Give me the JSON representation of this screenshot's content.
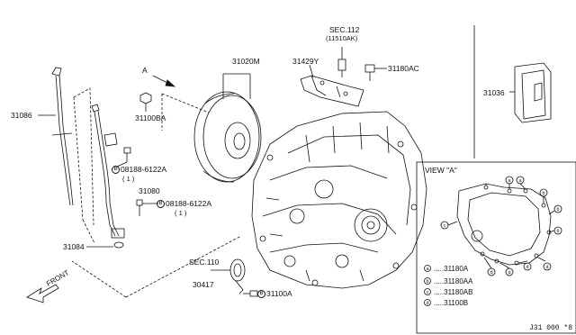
{
  "parts": {
    "p31020m": "31020M",
    "p31429y": "31429Y",
    "sec112_line1": "SEC.112",
    "sec112_line2": "(11510AK)",
    "p31180ac": "31180AC",
    "p31100ba": "31100BA",
    "p31086": "31086",
    "bolt1_code": "08188-6122A",
    "bolt1_qty": "( 1 )",
    "p31080": "31080",
    "bolt2_code": "08188-6122A",
    "bolt2_qty": "( 1 )",
    "p31084": "31084",
    "sec110": "SEC.110",
    "p30417": "30417",
    "p31100a": "31100A",
    "p31036": "31036",
    "bolt_marker": "B",
    "view_arrow": "A",
    "front": "FRONT"
  },
  "view_a": {
    "title": "VIEW \"A\"",
    "legend": [
      {
        "key": "a",
        "text": "31180A"
      },
      {
        "key": "b",
        "text": "31180AA"
      },
      {
        "key": "c",
        "text": "31180AB"
      },
      {
        "key": "d",
        "text": "31100B"
      }
    ]
  },
  "drawing_code": "J31 000 *8"
}
